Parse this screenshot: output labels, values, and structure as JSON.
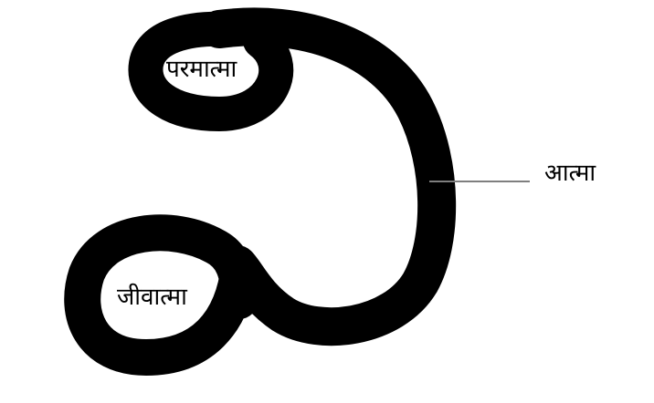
{
  "diagram": {
    "labels": {
      "paramatma": "परमात्मा",
      "jivatma": "जीवात्मा",
      "atma": "आत्मा"
    }
  },
  "colors": {
    "stroke": "#000000",
    "leader_line": "#7f7f7f",
    "background": "#ffffff"
  }
}
